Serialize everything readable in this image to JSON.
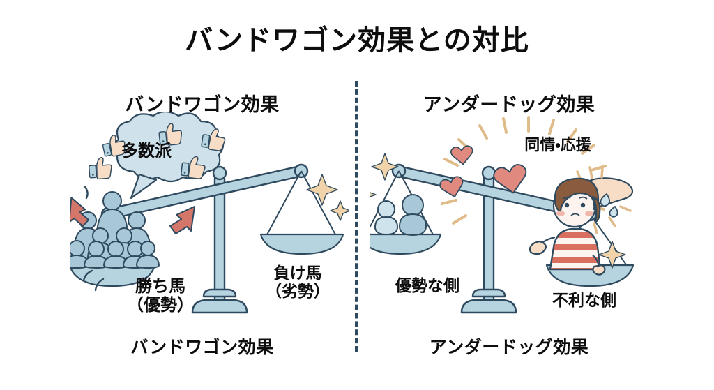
{
  "page": {
    "title": "バンドワゴン効果との対比",
    "background_color": "#ffffff"
  },
  "divider": {
    "style": "vertical-dashed",
    "color": "#2f4a5e"
  },
  "palette": {
    "ink": "#2f4a5e",
    "scale_fill": "#b6d3e0",
    "scale_fill_light": "#cfe3ec",
    "figure_fill": "#a8c8d8",
    "arrow": "#d4766a",
    "heart": "#e0897f",
    "skin": "#f7ddc6",
    "sparkle": "#f0d3a8",
    "bubble_fill": "#cfe1ea",
    "stripe": "#d9705f",
    "hair": "#8a5b3d",
    "text": "#0d0d0d"
  },
  "panels": {
    "left": {
      "header": "バンドワゴン効果",
      "caption": "バンドワゴン効果",
      "bubble_text": "多数派",
      "label_heavy_side": "勝ち馬",
      "label_heavy_side_sub": "（優勢）",
      "label_light_side": "負け馬",
      "label_light_side_sub": "（劣勢）",
      "icons": {
        "bubble": "speech-bubble-icon",
        "thumbs_up_count": 5,
        "crowd_figure_count": 10,
        "arrow_count": 2,
        "sparkle_count": 2
      }
    },
    "right": {
      "header": "アンダードッグ効果",
      "caption": "アンダードッグ効果",
      "burst_text": "同情・応援",
      "label_strong_side": "優勢な側",
      "label_weak_side": "不利な側",
      "icons": {
        "sunburst": "sunburst-rays-icon",
        "clapping_hands": "clapping-hands-icon",
        "heart_count": 3,
        "sweat_drop_count": 2,
        "figure_count": 2,
        "sparkle_count": 3,
        "character": "boy-striped-shirt"
      }
    }
  }
}
